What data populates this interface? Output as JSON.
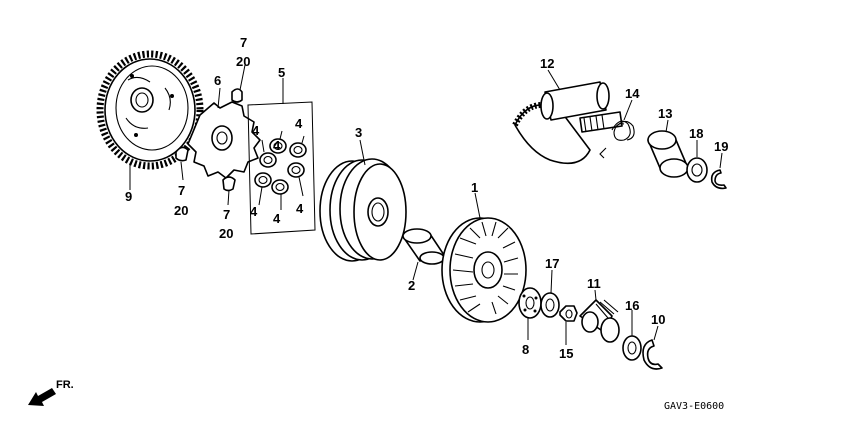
{
  "callouts": {
    "c1": "1",
    "c2": "2",
    "c3": "3",
    "c4a": "4",
    "c4b": "4",
    "c4c": "4",
    "c4d": "4",
    "c4e": "4",
    "c4f": "4",
    "c5": "5",
    "c6": "6",
    "c7a": "7",
    "c7b": "7",
    "c7c": "7",
    "c8": "8",
    "c9": "9",
    "c10": "10",
    "c11": "11",
    "c12": "12",
    "c13": "13",
    "c14": "14",
    "c15": "15",
    "c16": "16",
    "c17": "17",
    "c18": "18",
    "c19": "19",
    "c20a": "20",
    "c20b": "20",
    "c20c": "20"
  },
  "direction_label": "FR.",
  "diagram_code": "GAV3-E0600"
}
